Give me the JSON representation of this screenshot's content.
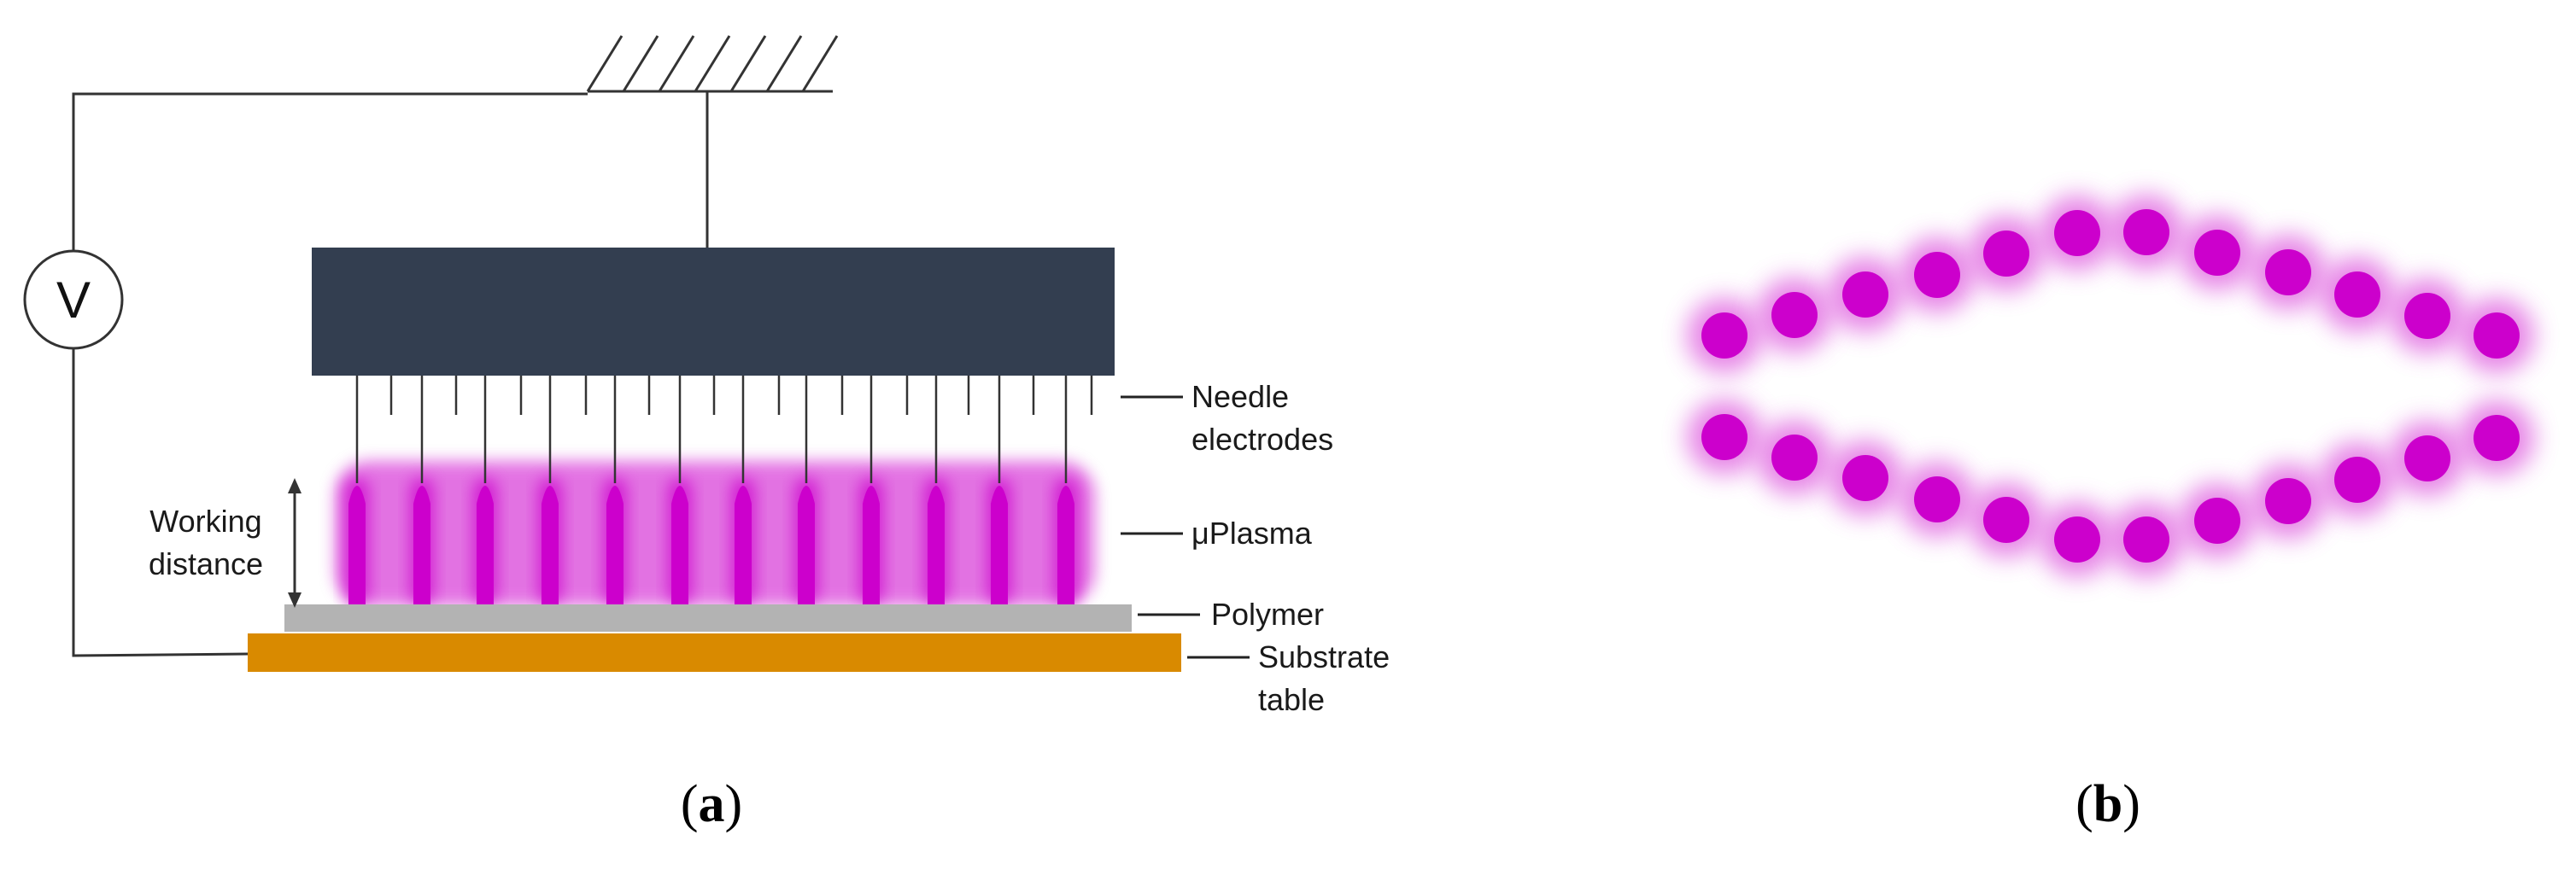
{
  "panel_a": {
    "voltage_symbol": "V",
    "labels": {
      "needle_line1": "Needle",
      "needle_line2": "electrodes",
      "plasma": "μPlasma",
      "polymer": "Polymer",
      "substrate_line1": "Substrate",
      "substrate_line2": "table",
      "working_line1": "Working",
      "working_line2": "distance"
    },
    "caption": {
      "open": "(",
      "letter": "a",
      "close": ")"
    },
    "colors": {
      "electrode_block": "#333e50",
      "plasma": "#cc00cc",
      "polymer": "#b3b3b3",
      "substrate": "#d98a00",
      "wire": "#333333"
    }
  },
  "panel_b": {
    "caption": {
      "open": "(",
      "letter": "b",
      "close": ")"
    },
    "dot_color": "#cc00cc",
    "glow_color": "#e066e0"
  }
}
